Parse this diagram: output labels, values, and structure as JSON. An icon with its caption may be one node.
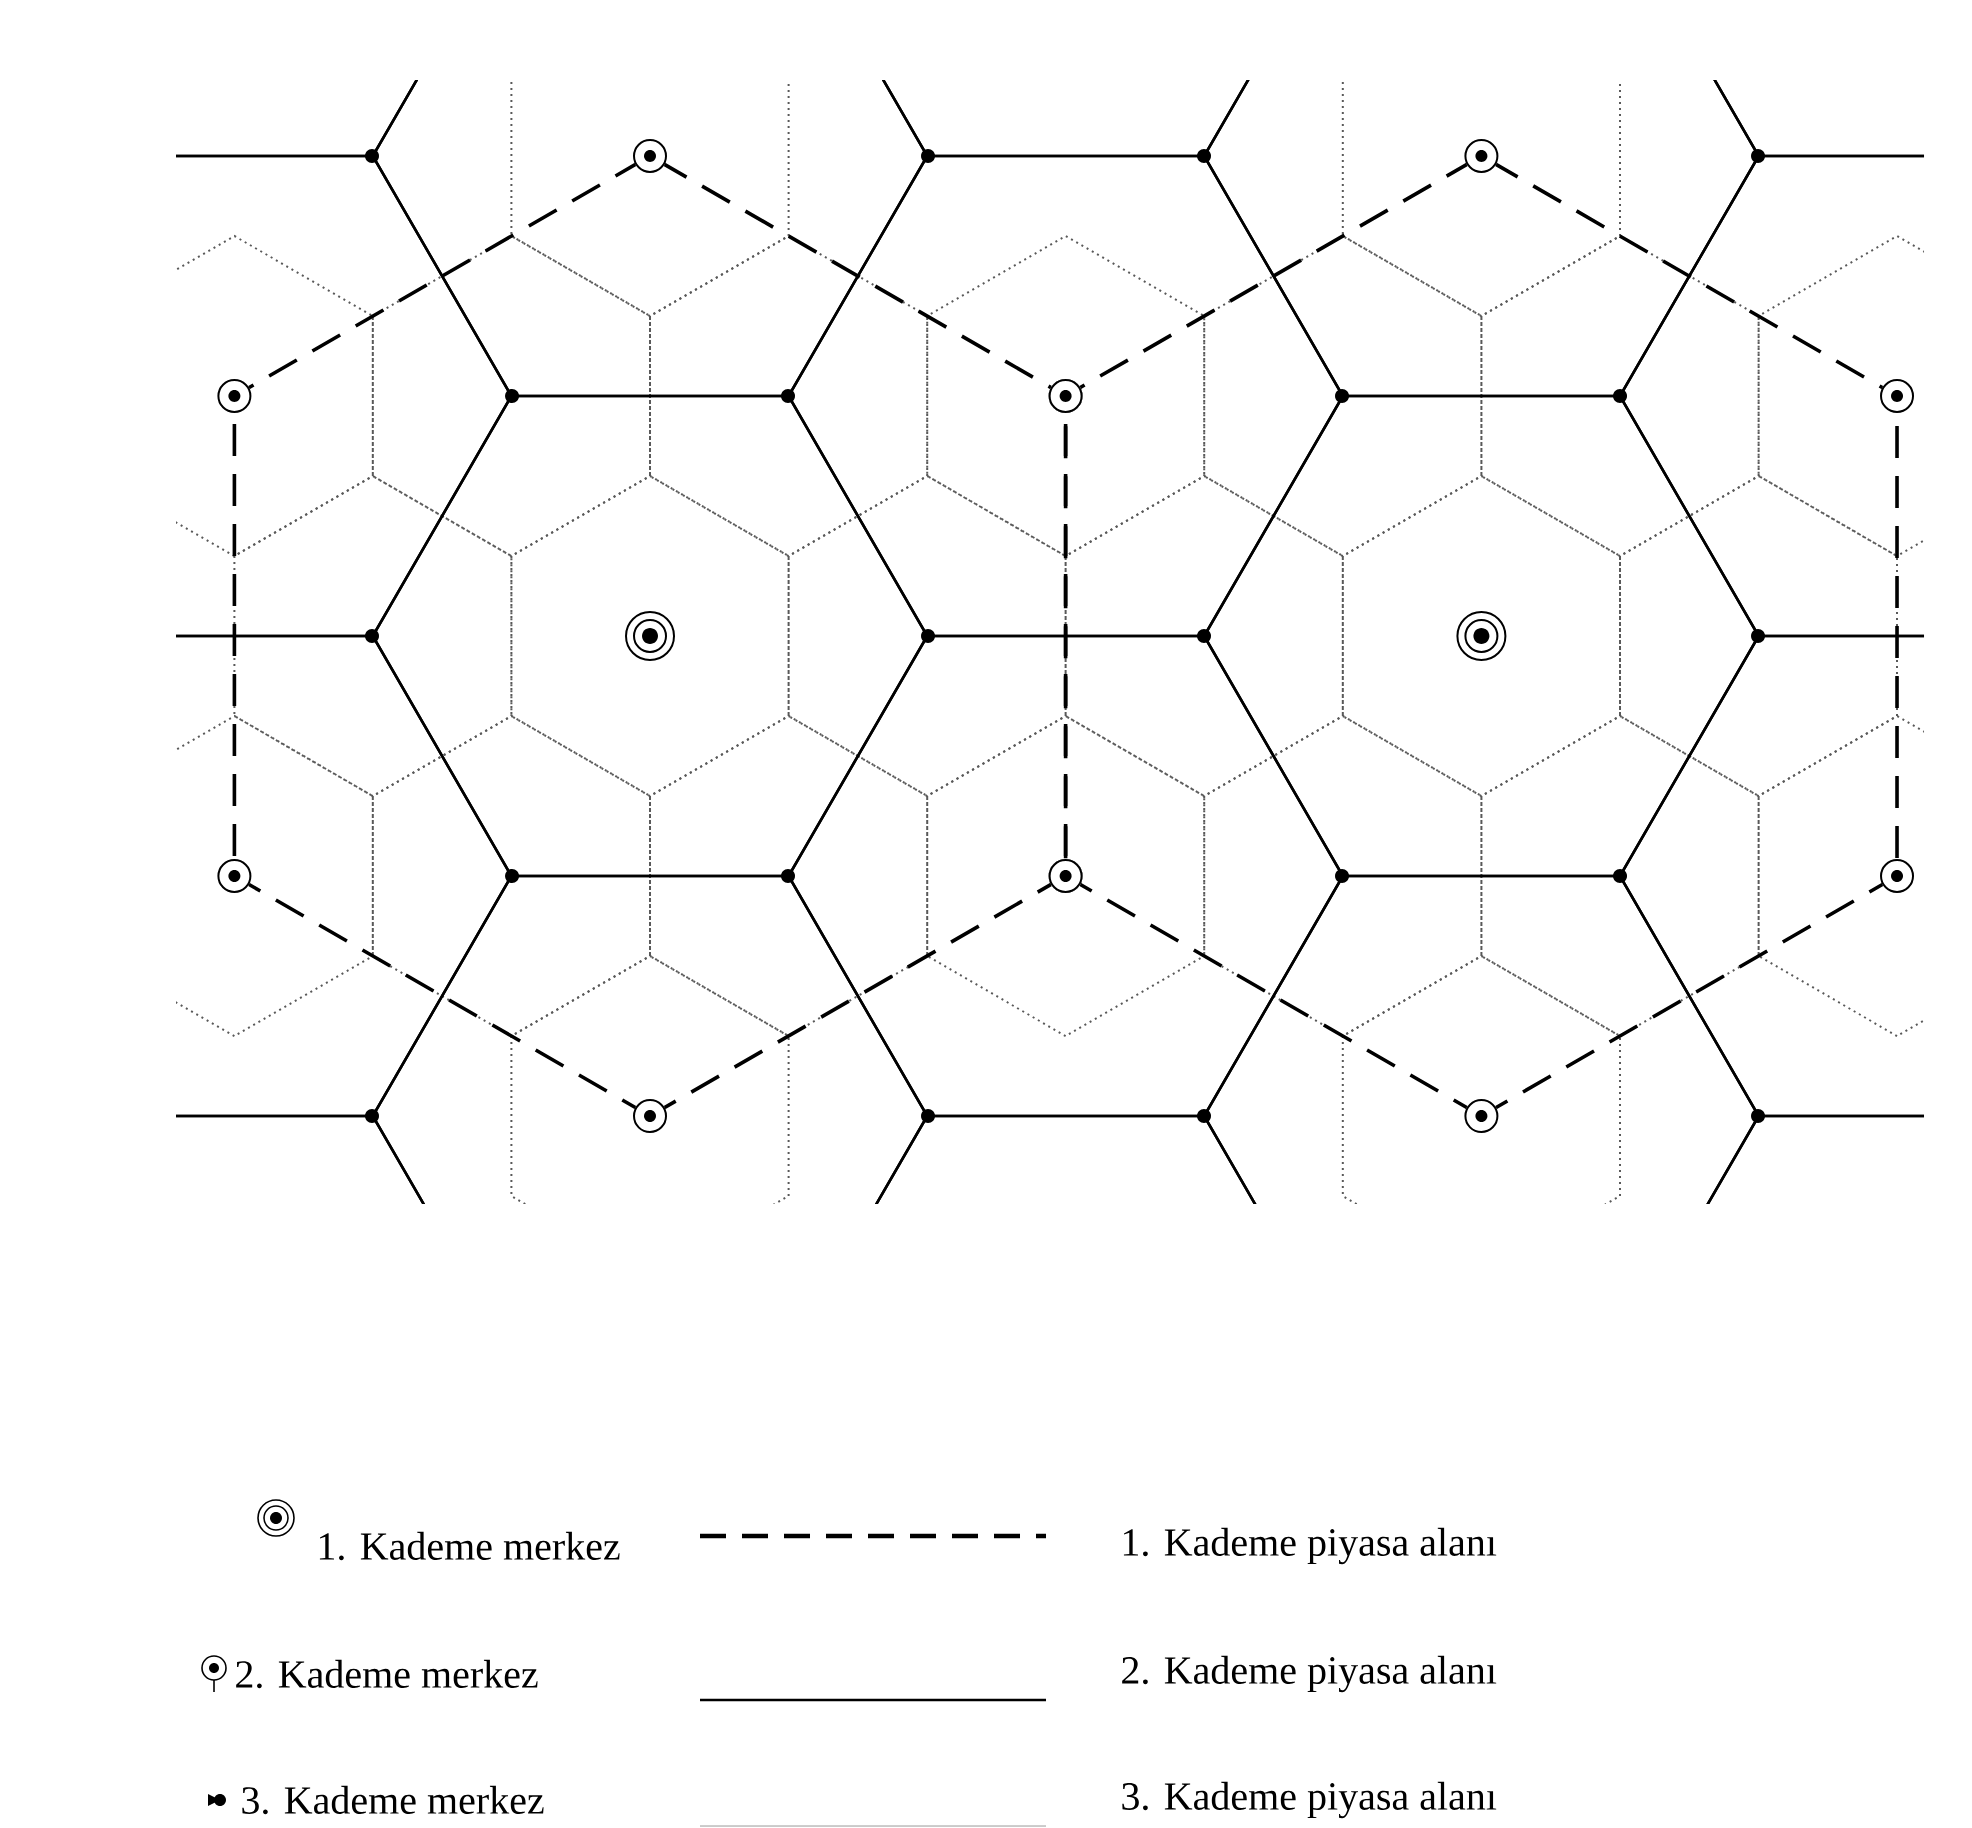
{
  "diagram": {
    "legend": [
      {
        "text": "1. Kademe merkez"
      },
      {
        "text": "1. Kademe piyasa alanı"
      },
      {
        "text": "2. Kademe merkez"
      },
      {
        "text": "2. Kademe piyasa alanı"
      },
      {
        "text": "3. Kademe merkez"
      },
      {
        "text": "3. Kademe piyasa alanı"
      }
    ]
  }
}
